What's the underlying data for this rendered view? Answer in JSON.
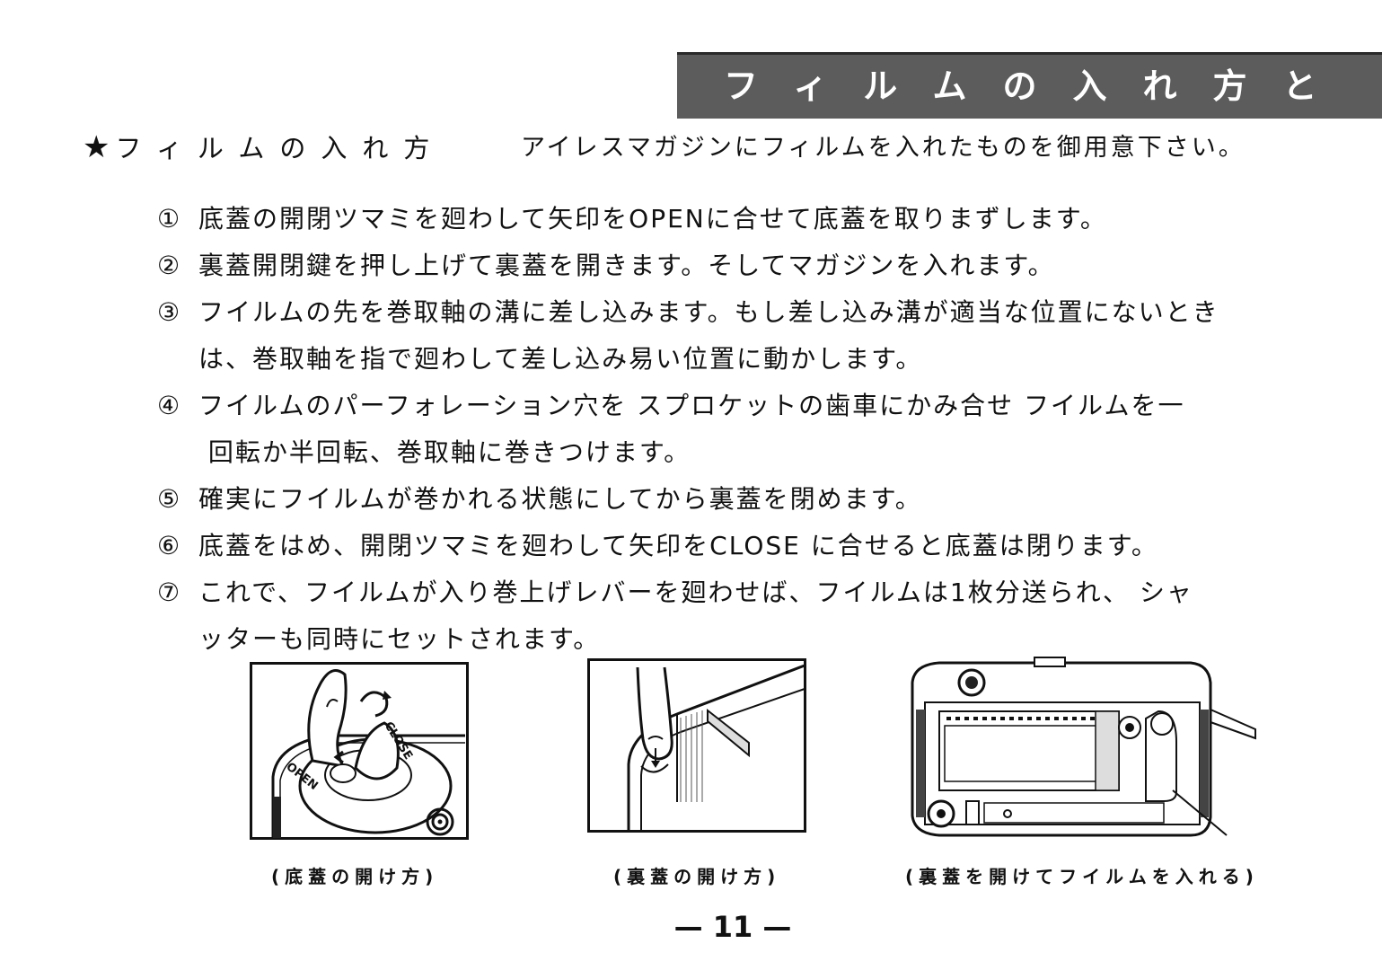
{
  "header": {
    "title": "フィルムの入れ方と"
  },
  "section": {
    "star": "★",
    "title": "フィルムの入れ方",
    "intro": "アイレスマガジンにフィルムを入れたものを御用意下さい。"
  },
  "steps": [
    {
      "num": "①",
      "lines": [
        "底蓋の開閉ツマミを廻わして矢印をOPENに合せて底蓋を取りまずします。"
      ]
    },
    {
      "num": "②",
      "lines": [
        "裏蓋開閉鍵を押し上げて裏蓋を開きます。そしてマガジンを入れます。"
      ]
    },
    {
      "num": "③",
      "lines": [
        "フイルムの先を巻取軸の溝に差し込みます。もし差し込み溝が適当な位置にないとき",
        "は、巻取軸を指で廻わして差し込み易い位置に動かします。"
      ]
    },
    {
      "num": "④",
      "lines": [
        "フイルムのパーフォレーション穴を スプロケットの歯車にかみ合せ フイルムを一",
        " 回転か半回転、巻取軸に巻きつけます。"
      ]
    },
    {
      "num": "⑤",
      "lines": [
        "確実にフイルムが巻かれる状態にしてから裏蓋を閉めます。"
      ]
    },
    {
      "num": "⑥",
      "lines": [
        "底蓋をはめ、開閉ツマミを廻わして矢印をCLOSE に合せると底蓋は閉ります。"
      ]
    },
    {
      "num": "⑦",
      "lines": [
        "これで、フイルムが入り巻上げレバーを廻わせば、フイルムは1枚分送られ、 シャ",
        "ッターも同時にセットされます。"
      ]
    }
  ],
  "figures": {
    "bottom_cover": {
      "caption": "(底蓋の開け方)",
      "label_open": "OPEN",
      "label_close": "CLOSE"
    },
    "back_cover": {
      "caption": "(裏蓋の開け方)"
    },
    "load_film": {
      "caption": "(裏蓋を開けてフイルムを入れる)"
    }
  },
  "page_number": "— 11 —"
}
